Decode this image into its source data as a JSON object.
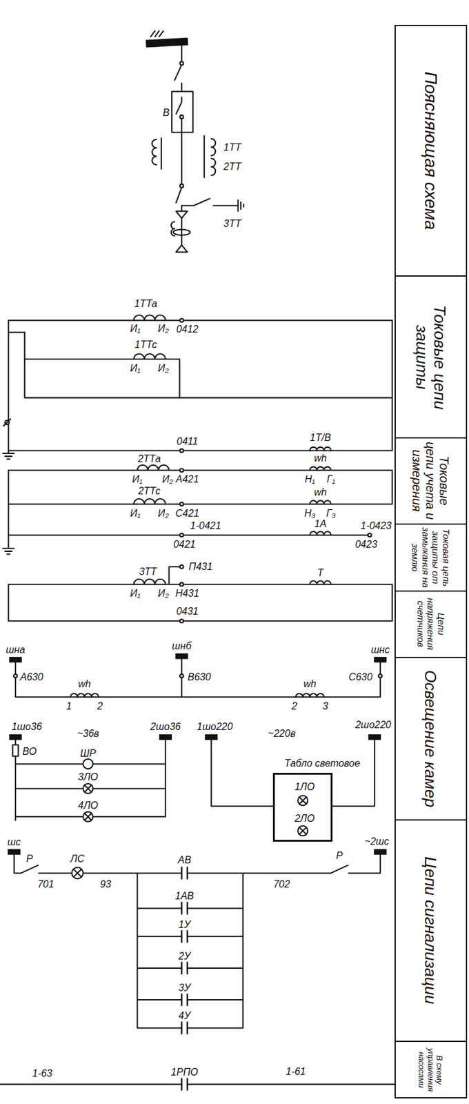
{
  "diagram": {
    "nodes": [
      {
        "text": [
          "Поясняющая схема"
        ]
      },
      {
        "text": [
          "Токовые цепи защиты"
        ]
      },
      {
        "text": [
          "Токовые цепи учета и измерения"
        ]
      },
      {
        "text": [
          "Токовая цепь защиты от замыкания на землю"
        ]
      },
      {
        "text": [
          "Цепи напряжения счетчиков"
        ]
      },
      {
        "text": [
          "Освещение камер"
        ]
      },
      {
        "text": [
          "Цепи сигнализации"
        ]
      },
      {
        "text": [
          "В схему управления насосами"
        ]
      },
      {
        "text": [
          "Табло световое",
          "1ЛО",
          "2ЛО"
        ]
      }
    ],
    "labels": [
      "В",
      "1ТТ",
      "2ТТ",
      "3ТТ",
      "1ТТа",
      "И₁",
      "И₂",
      "0412",
      "1ТТс",
      "И₁",
      "И₂",
      "1Т/В",
      "0411",
      "2ТТа",
      "И₁",
      "И₂",
      "А421",
      "wh",
      "Н₁",
      "Г₁",
      "2ТТс",
      "И₁",
      "И₂",
      "С421",
      "wh",
      "Н₃",
      "Г₃",
      "1-0421",
      "1А",
      "1-0423",
      "0421",
      "0423",
      "3ТТ",
      "П431",
      "И₁",
      "И₂",
      "Н431",
      "Т",
      "0431",
      "шна",
      "шнб",
      "шнс",
      "А630",
      "В630",
      "С630",
      "wh",
      "1",
      "2",
      "wh",
      "2",
      "3",
      "1шо36",
      "~36в",
      "2шо36",
      "1шо220",
      "~220в",
      "2шо220",
      "ВО",
      "ШР",
      "3ЛО",
      "4ЛО",
      "шс",
      "Р",
      "ЛС",
      "АВ",
      "Р",
      "~2шс",
      "701",
      "93",
      "702",
      "1АВ",
      "1У",
      "2У",
      "3У",
      "4У",
      "1-63",
      "1РПО",
      "1-61"
    ]
  }
}
